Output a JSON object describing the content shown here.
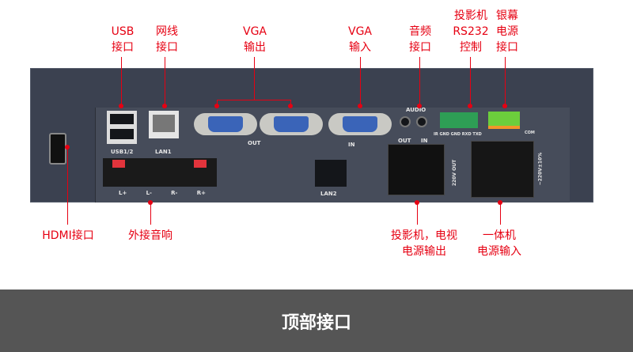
{
  "title": "顶部接口",
  "top_labels": [
    {
      "lines": [
        "USB",
        "接口"
      ]
    },
    {
      "lines": [
        "网线",
        "接口"
      ]
    },
    {
      "lines": [
        "VGA",
        "输出"
      ]
    },
    {
      "lines": [
        "VGA",
        "输入"
      ]
    },
    {
      "lines": [
        "音频",
        "接口"
      ]
    },
    {
      "lines": [
        "投影机",
        "RS232",
        "控制"
      ]
    },
    {
      "lines": [
        "银幕",
        "电源",
        "接口"
      ]
    }
  ],
  "bottom_labels": [
    {
      "lines": [
        "HDMI接口"
      ]
    },
    {
      "lines": [
        "外接音响"
      ]
    },
    {
      "lines": [
        "投影机，电视",
        "电源输出"
      ]
    },
    {
      "lines": [
        "一体机",
        "电源输入"
      ]
    }
  ],
  "panel": {
    "usb": "USB1/2",
    "lan1": "LAN1",
    "out": "OUT",
    "in": "IN",
    "audio": "AUDIO",
    "rs232": "IR GND GND RXD TXD",
    "speaker": [
      "L+",
      "L-",
      "R-",
      "R+"
    ],
    "lan2": "LAN2",
    "socket_out": "OUT",
    "socket_in": "IN",
    "v220out": "220V OUT",
    "v220": "~220V±10%",
    "com": "COM"
  },
  "colors": {
    "accent": "#e60012",
    "banner": "#555555"
  }
}
